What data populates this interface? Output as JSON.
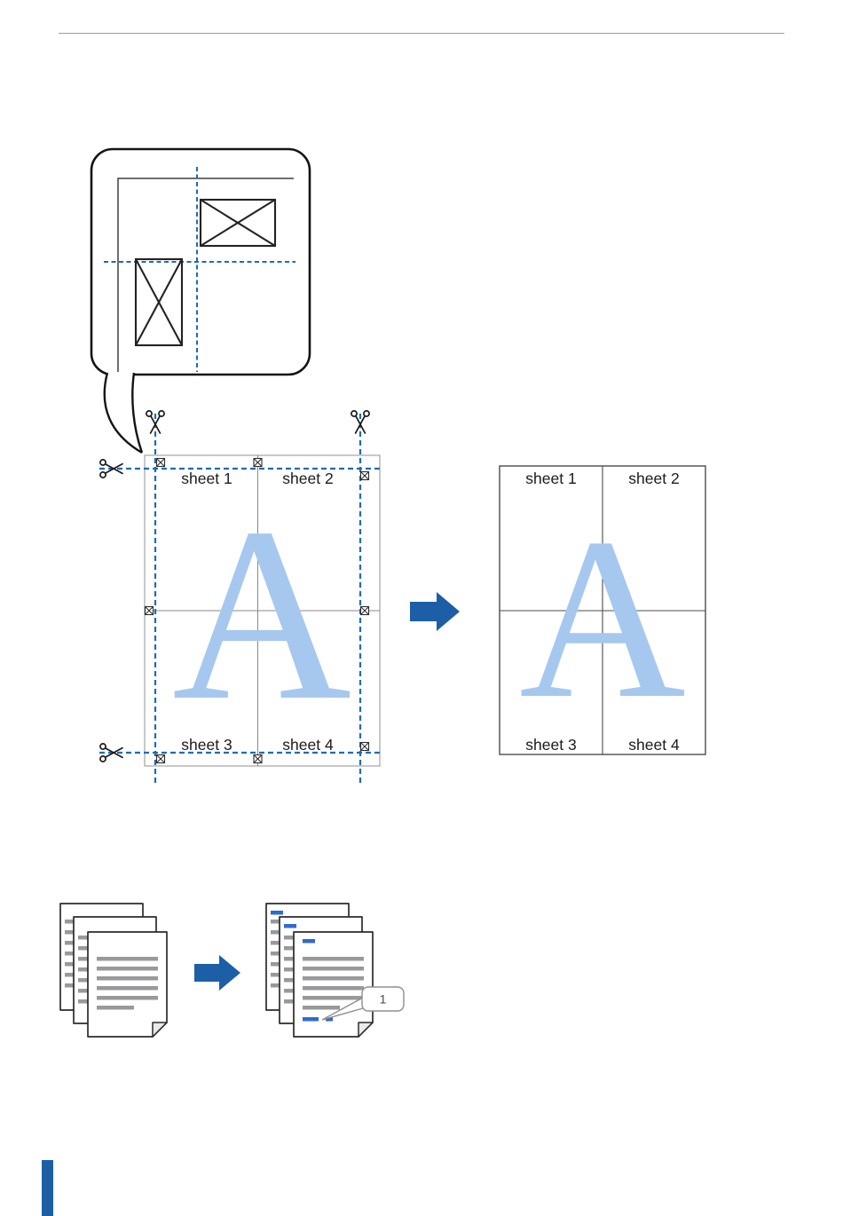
{
  "page": {
    "top_rule_color": "#9c9c9c",
    "side_tab_color": "#1d5fa7"
  },
  "icons": {
    "scissors-icon": "open-scissors-line-art",
    "right-arrow-icon": "solid-right-block-arrow",
    "registration-mark-icon": "boxed-x-crop-mark"
  },
  "poster_figure": {
    "sheet_labels": [
      "sheet 1",
      "sheet 2",
      "sheet 3",
      "sheet 4"
    ],
    "poster_letter": "A",
    "colors": {
      "cut_line": "#1f6cb2",
      "letter": "#a6c8ef",
      "arrow": "#1d5fa7"
    }
  },
  "numbering_figure": {
    "badge_label": "1",
    "colors": {
      "accent": "#2f6ad1",
      "content_bar": "#97999b",
      "arrow": "#1d5fa7"
    }
  }
}
